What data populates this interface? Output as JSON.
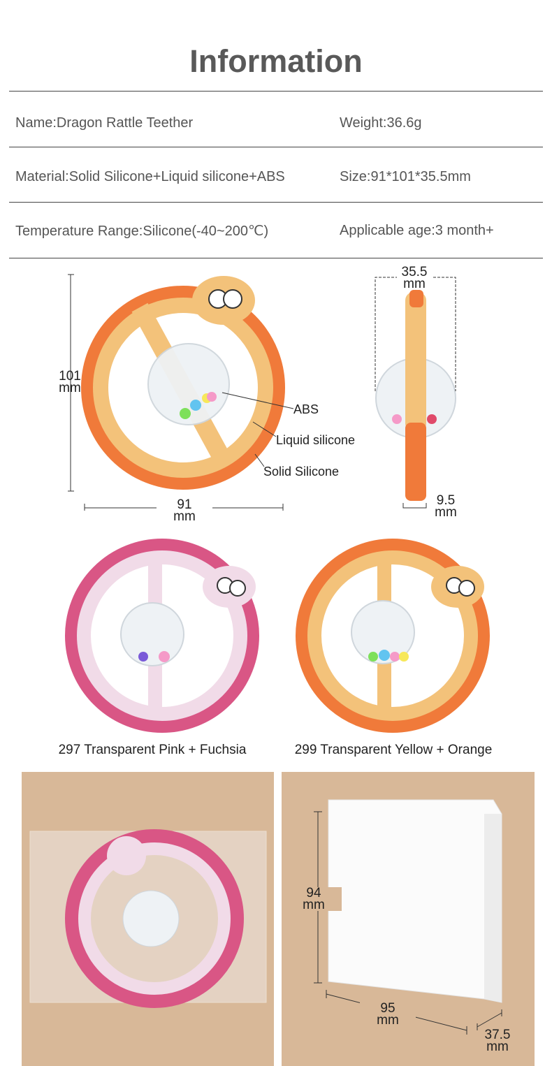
{
  "title": "Information",
  "specs": [
    {
      "left": "Name:Dragon Rattle Teether",
      "right": "Weight:36.6g"
    },
    {
      "left": "Material:Solid Silicone+Liquid silicone+ABS",
      "right": "Size:91*101*35.5mm"
    },
    {
      "left": "Temperature Range:Silicone(-40~200℃)",
      "right": "Applicable age:3 month+"
    }
  ],
  "diagram": {
    "height": {
      "value": "101",
      "unit": "mm"
    },
    "width": {
      "value": "91",
      "unit": "mm"
    },
    "depth": {
      "value": "35.5",
      "unit": "mm"
    },
    "thickness": {
      "value": "9.5",
      "unit": "mm"
    },
    "parts": [
      "ABS",
      "Liquid silicone",
      "Solid Silicone"
    ]
  },
  "variants": [
    {
      "caption": "297 Transparent Pink + Fuchsia",
      "inner": "#f1dbe8",
      "outer": "#d95685"
    },
    {
      "caption": "299 Transparent Yellow + Orange",
      "inner": "#f3c27a",
      "outer": "#f07a3a"
    }
  ],
  "package": {
    "height": {
      "value": "94",
      "unit": "mm"
    },
    "width": {
      "value": "95",
      "unit": "mm"
    },
    "depth": {
      "value": "37.5",
      "unit": "mm"
    }
  }
}
